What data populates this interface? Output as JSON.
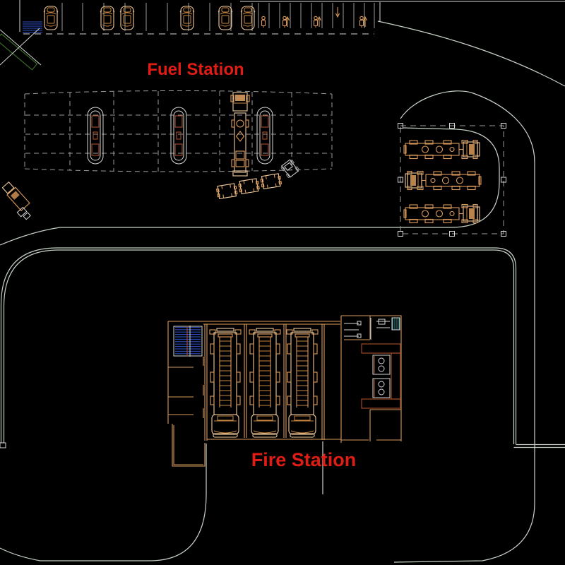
{
  "drawing": {
    "title": "Fuel and Fire Station CAD site plan",
    "labels": {
      "fuel_station": "Fuel Station",
      "fire_station": "Fire Station"
    },
    "colors": {
      "background": "#000000",
      "cad_orange": "#d99a5b",
      "cad_tan": "#efcb9d",
      "cad_white": "#d6d6d6",
      "road_line": "#c7d2c7",
      "label_red": "#e01d14",
      "stair_blue": "#2e4fc4",
      "landscape_green": "#3f7d2a",
      "fixture_teal": "#2e9490",
      "pump_dark_red": "#9a4a2a"
    },
    "features": {
      "parked_cars": 6,
      "motorcycle_stalls": 5,
      "fuel_pump_islands": 3,
      "canopy_tanker_trucks": 1,
      "parked_tanker_trucks": 3,
      "fire_truck_bays": 3,
      "baggage_carts": 3
    }
  }
}
